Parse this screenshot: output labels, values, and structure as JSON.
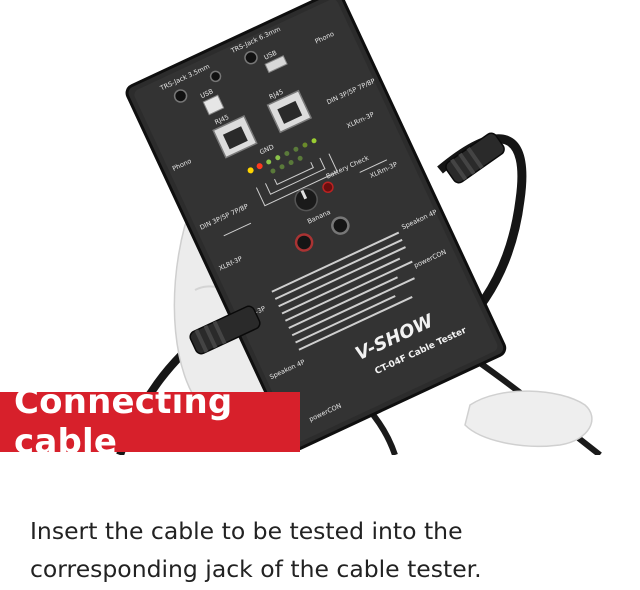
{
  "banner": {
    "text": "Connecting cable",
    "color": "#d7202b"
  },
  "caption": {
    "text": "Insert the cable to be tested into the corresponding jack of the cable tester."
  },
  "device": {
    "brand": "V-SHOW",
    "model": "CT-04F Cable Tester",
    "labels": {
      "trs_jack_35": "TRS-Jack 3.5mm",
      "trs_jack_63": "TRS-Jack 6.3mm",
      "usb": "USB",
      "phono": "Phono",
      "rj45": "RJ45",
      "din": "DIN 3P/5P 7P/8P",
      "xlr_m": "XLRm-3P",
      "xlr_f": "XLRf-3P",
      "gnd": "GND",
      "battery": "Battery Check",
      "banana": "Banana",
      "speakon": "Speakon 4P",
      "powercon": "powerCON"
    }
  }
}
